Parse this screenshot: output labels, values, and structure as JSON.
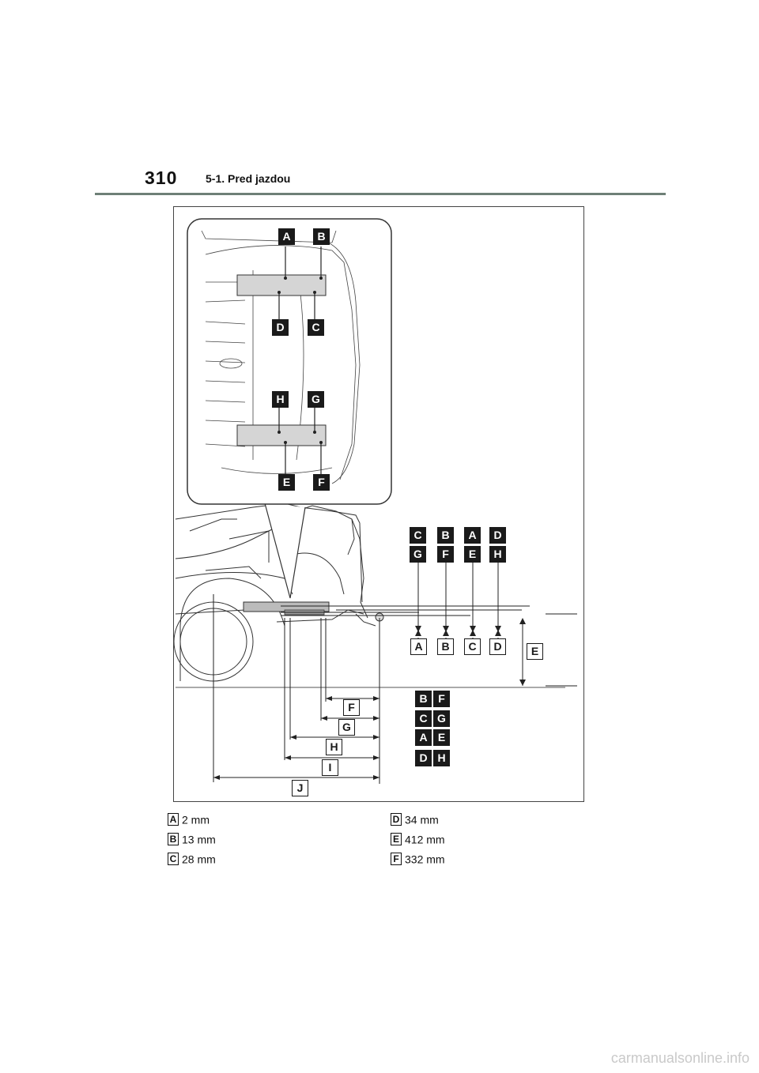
{
  "header": {
    "page_number": "310",
    "section": "5-1. Pred jazdou"
  },
  "figure": {
    "inset_labels": {
      "top_left": "A",
      "top_right": "B",
      "mid_left": "D",
      "mid_right": "C",
      "lower_left": "H",
      "lower_right": "G",
      "bottom_left": "E",
      "bottom_right": "F"
    },
    "top_stack": [
      {
        "upper": "C",
        "lower": "G"
      },
      {
        "upper": "B",
        "lower": "F"
      },
      {
        "upper": "A",
        "lower": "E"
      },
      {
        "upper": "D",
        "lower": "H"
      }
    ],
    "row_labels": [
      "A",
      "B",
      "C",
      "D"
    ],
    "height_label": "E",
    "horizontal": [
      {
        "name": "F",
        "right": [
          "B",
          "F"
        ]
      },
      {
        "name": "G",
        "right": [
          "C",
          "G"
        ]
      },
      {
        "name": "H",
        "right": [
          "A",
          "E"
        ]
      },
      {
        "name": "I",
        "right": [
          "D",
          "H"
        ]
      },
      {
        "name": "J",
        "right": []
      }
    ]
  },
  "legend": [
    {
      "key": "A",
      "value": "2 mm"
    },
    {
      "key": "B",
      "value": "13 mm"
    },
    {
      "key": "C",
      "value": "28 mm"
    },
    {
      "key": "D",
      "value": "34 mm"
    },
    {
      "key": "E",
      "value": "412 mm"
    },
    {
      "key": "F",
      "value": "332 mm"
    }
  ],
  "watermark": "carmanualsonline.info"
}
